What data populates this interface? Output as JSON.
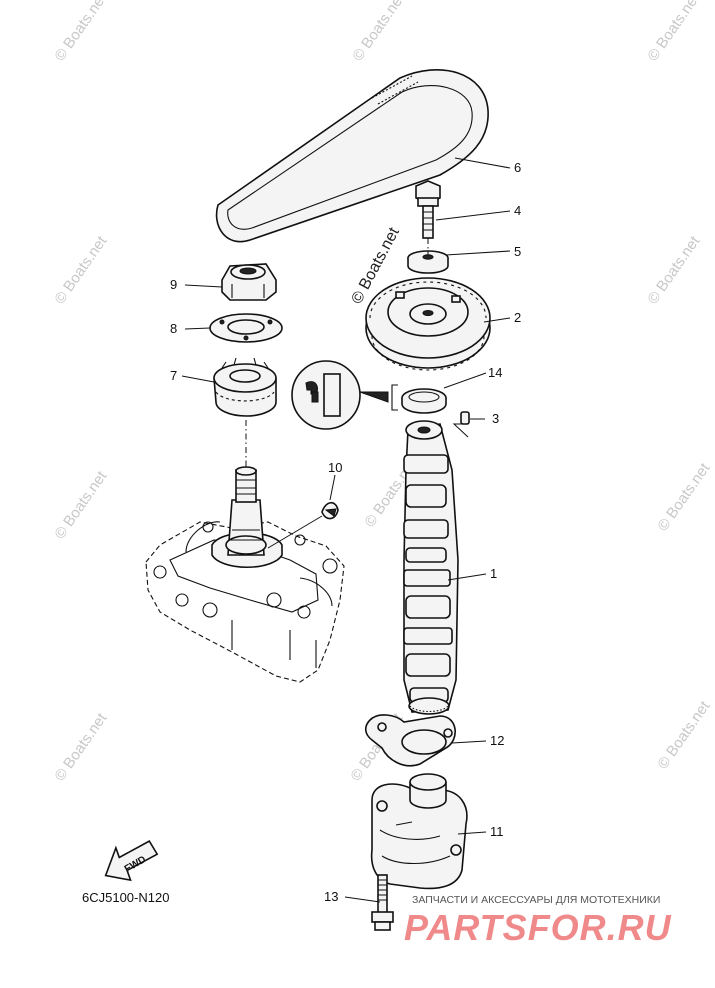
{
  "diagram_code": "6CJ5100-N120",
  "fwd_label": "FWD",
  "watermark": {
    "text": "© Boats.net",
    "prominent_text": "© Boats.net"
  },
  "banner": {
    "small_text": "ЗАПЧАСТИ И АКСЕССУАРЫ ДЛЯ МОТОТЕХНИКИ",
    "brand_text": "PARTSFOR.RU"
  },
  "callouts": {
    "c1": "1",
    "c2": "2",
    "c3": "3",
    "c4": "4",
    "c5": "5",
    "c6": "6",
    "c7": "7",
    "c8": "8",
    "c9": "9",
    "c10": "10",
    "c11": "11",
    "c12": "12",
    "c13": "13",
    "c14": "14"
  },
  "colors": {
    "line": "#111111",
    "watermark": "#c8c8c8",
    "brand": "#f08a8a",
    "background": "#ffffff"
  }
}
